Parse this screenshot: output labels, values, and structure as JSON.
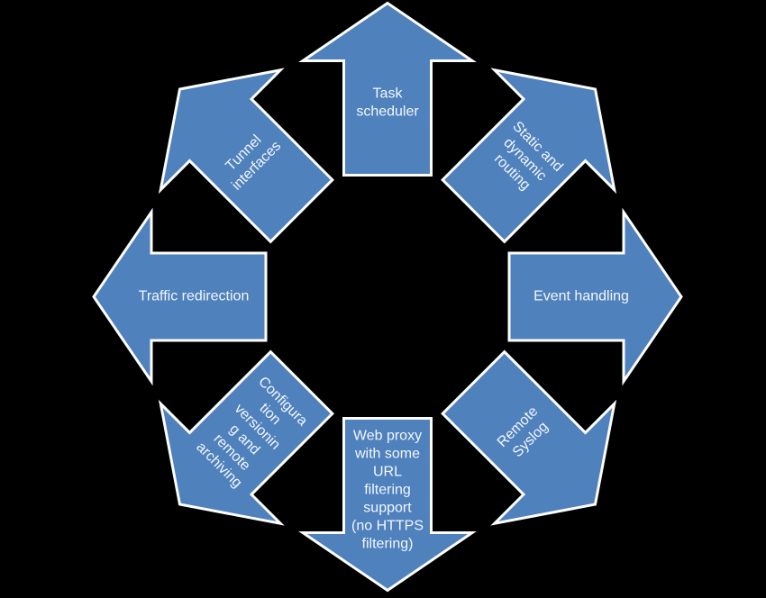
{
  "diagram": {
    "type": "radial-arrow-cycle",
    "colors": {
      "background": "#000000",
      "arrow_fill": "#4f81bd",
      "arrow_stroke": "#fdfdfd",
      "text": "#f3f7fc"
    },
    "arrows": [
      {
        "direction": "up",
        "label": "Task\nscheduler"
      },
      {
        "direction": "up-right",
        "label": "Static and\ndynamic\nrouting"
      },
      {
        "direction": "right",
        "label": "Event handling"
      },
      {
        "direction": "down-right",
        "label": "Remote\nSyslog"
      },
      {
        "direction": "down",
        "label": "Web proxy\nwith some\nURL\nfiltering\nsupport\n(no HTTPS\nfiltering)"
      },
      {
        "direction": "down-left",
        "label": "Configura\ntion\nversionin\ng and\nremote\narchiving"
      },
      {
        "direction": "left",
        "label": "Traffic redirection"
      },
      {
        "direction": "up-left",
        "label": "Tunnel\ninterfaces"
      }
    ]
  }
}
